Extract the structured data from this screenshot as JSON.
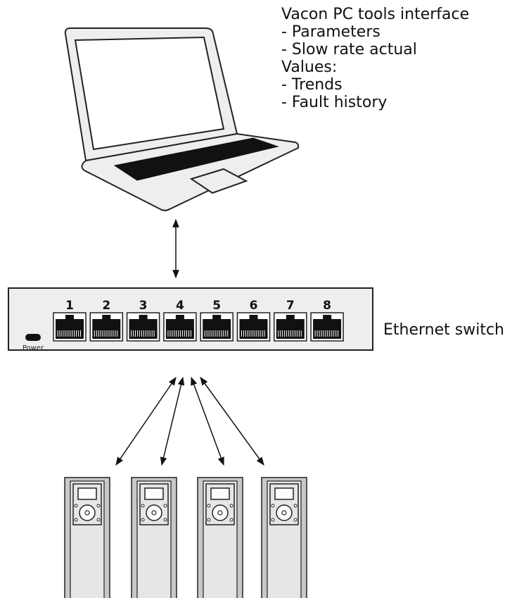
{
  "caption": {
    "lines": [
      "Vacon PC tools interface",
      "- Parameters",
      "- Slow rate actual",
      "Values:",
      "- Trends",
      "- Fault history"
    ]
  },
  "switch": {
    "label": "Ethernet switch",
    "power_label": "Power",
    "ports": [
      "1",
      "2",
      "3",
      "4",
      "5",
      "6",
      "7",
      "8"
    ]
  },
  "drives": {
    "count": 4
  },
  "colors": {
    "laptop_body": "#eeeeee",
    "laptop_keyboard": "#111111",
    "switch_body": "#eeeeee",
    "port_fill": "#111111",
    "drive_body": "#c8c8c8",
    "drive_panel": "#e6e6e6",
    "outline": "#222222"
  },
  "icons": {
    "laptop": "laptop-icon",
    "switch": "ethernet-switch-icon",
    "drive": "frequency-drive-icon"
  }
}
